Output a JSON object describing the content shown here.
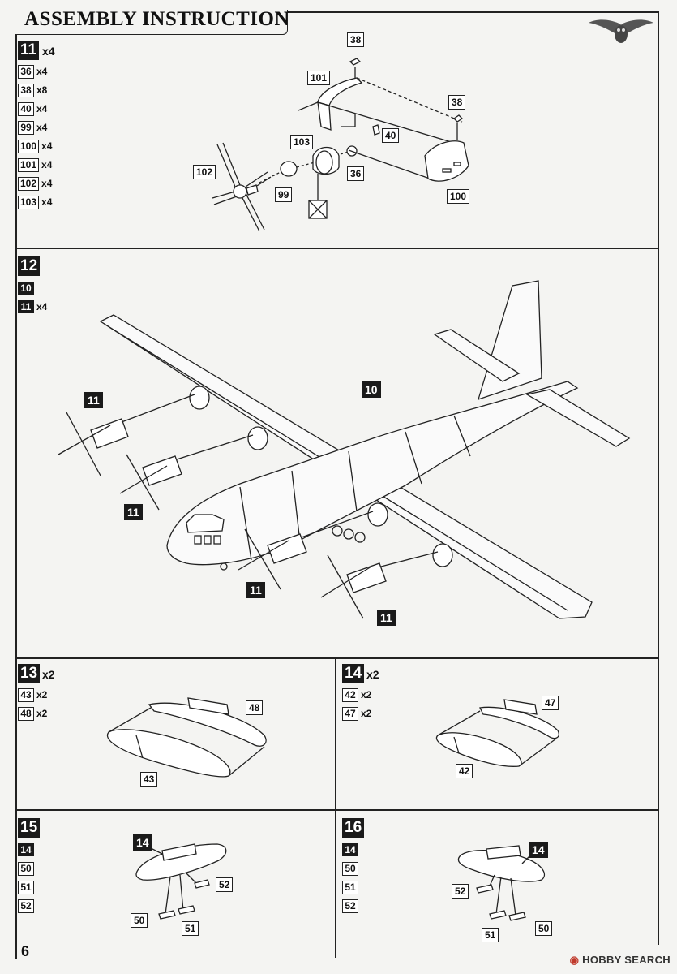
{
  "header": {
    "title": "ASSEMBLY INSTRUCTION"
  },
  "page_number": "6",
  "watermark": {
    "brand": "HOBBY SEARCH"
  },
  "steps": {
    "s11": {
      "num": "11",
      "mult": "x4",
      "parts": [
        {
          "no": "36",
          "qty": "x4"
        },
        {
          "no": "38",
          "qty": "x8"
        },
        {
          "no": "40",
          "qty": "x4"
        },
        {
          "no": "99",
          "qty": "x4"
        },
        {
          "no": "100",
          "qty": "x4"
        },
        {
          "no": "101",
          "qty": "x4"
        },
        {
          "no": "102",
          "qty": "x4"
        },
        {
          "no": "103",
          "qty": "x4"
        }
      ],
      "callouts": {
        "c38a": "38",
        "c101": "101",
        "c38b": "38",
        "c40": "40",
        "c103": "103",
        "c102": "102",
        "c99": "99",
        "c36": "36",
        "c100": "100"
      }
    },
    "s12": {
      "num": "12",
      "parts": [
        {
          "no": "10",
          "qty": ""
        },
        {
          "no": "11",
          "qty": "x4"
        }
      ],
      "callouts": {
        "c10": "10",
        "c11a": "11",
        "c11b": "11",
        "c11c": "11",
        "c11d": "11"
      }
    },
    "s13": {
      "num": "13",
      "mult": "x2",
      "parts": [
        {
          "no": "43",
          "qty": "x2"
        },
        {
          "no": "48",
          "qty": "x2"
        }
      ],
      "callouts": {
        "c48": "48",
        "c43": "43"
      }
    },
    "s14": {
      "num": "14",
      "mult": "x2",
      "parts": [
        {
          "no": "42",
          "qty": "x2"
        },
        {
          "no": "47",
          "qty": "x2"
        }
      ],
      "callouts": {
        "c47": "47",
        "c42": "42"
      }
    },
    "s15": {
      "num": "15",
      "parts": [
        {
          "no": "14"
        },
        {
          "no": "50"
        },
        {
          "no": "51"
        },
        {
          "no": "52"
        }
      ],
      "callouts": {
        "c14": "14",
        "c52": "52",
        "c50": "50",
        "c51": "51"
      }
    },
    "s16": {
      "num": "16",
      "parts": [
        {
          "no": "14"
        },
        {
          "no": "50"
        },
        {
          "no": "51"
        },
        {
          "no": "52"
        }
      ],
      "callouts": {
        "c14": "14",
        "c52": "52",
        "c51": "51",
        "c50": "50"
      }
    }
  }
}
